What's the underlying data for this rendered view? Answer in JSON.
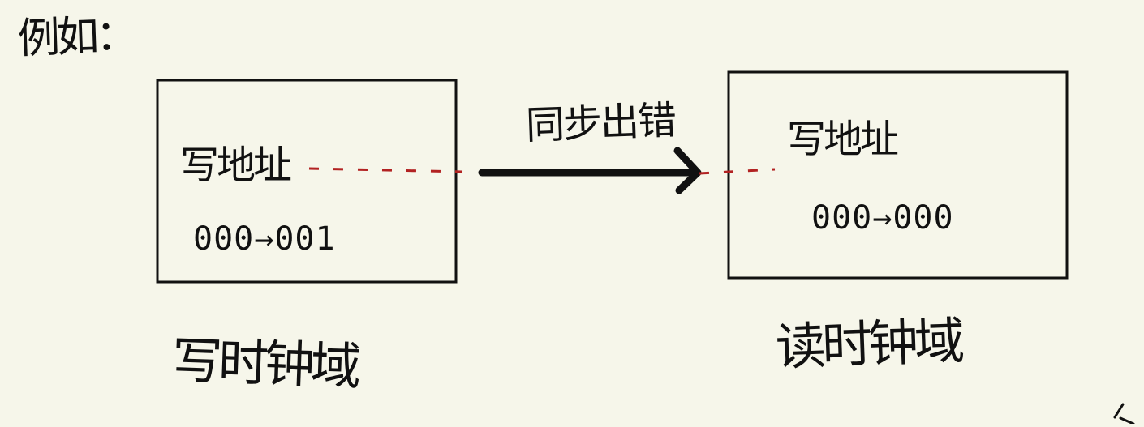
{
  "diagram": {
    "intro": "例如：",
    "arrow_label": "同步出错",
    "left_box": {
      "title": "写地址",
      "value": "000→001",
      "caption": "写时钟域"
    },
    "right_box": {
      "title": "写地址",
      "value": "000→000",
      "caption": "读时钟域"
    },
    "colors": {
      "background": "#f6f6ea",
      "ink": "#111111",
      "dashed_line": "#b22222"
    }
  }
}
